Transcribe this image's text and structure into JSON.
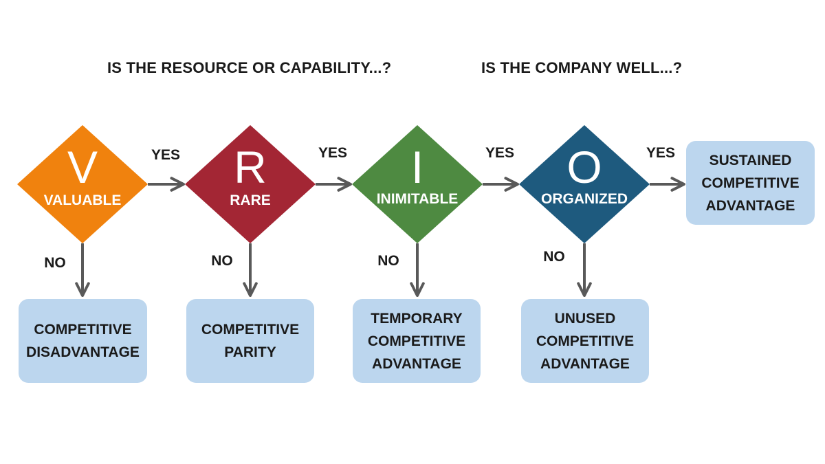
{
  "headings": {
    "resource": "IS THE RESOURCE OR CAPABILITY...?",
    "company": "IS THE COMPANY WELL...?"
  },
  "colors": {
    "valuable": "#f0820e",
    "rare": "#a32634",
    "inimitable": "#4e8a41",
    "organized": "#1e5a7e",
    "outcome_box": "#bcd6ee",
    "arrow": "#595959"
  },
  "steps": [
    {
      "letter": "V",
      "label": "VALUABLE",
      "yes": "YES",
      "no": "NO",
      "outcome": "COMPETITIVE\nDISADVANTAGE"
    },
    {
      "letter": "R",
      "label": "RARE",
      "yes": "YES",
      "no": "NO",
      "outcome": "COMPETITIVE\nPARITY"
    },
    {
      "letter": "I",
      "label": "INIMITABLE",
      "yes": "YES",
      "no": "NO",
      "outcome": "TEMPORARY\nCOMPETITIVE\nADVANTAGE"
    },
    {
      "letter": "O",
      "label": "ORGANIZED",
      "yes": "YES",
      "no": "NO",
      "outcome": "UNUSED\nCOMPETITIVE\nADVANTAGE"
    }
  ],
  "final_outcome": "SUSTAINED\nCOMPETITIVE\nADVANTAGE"
}
